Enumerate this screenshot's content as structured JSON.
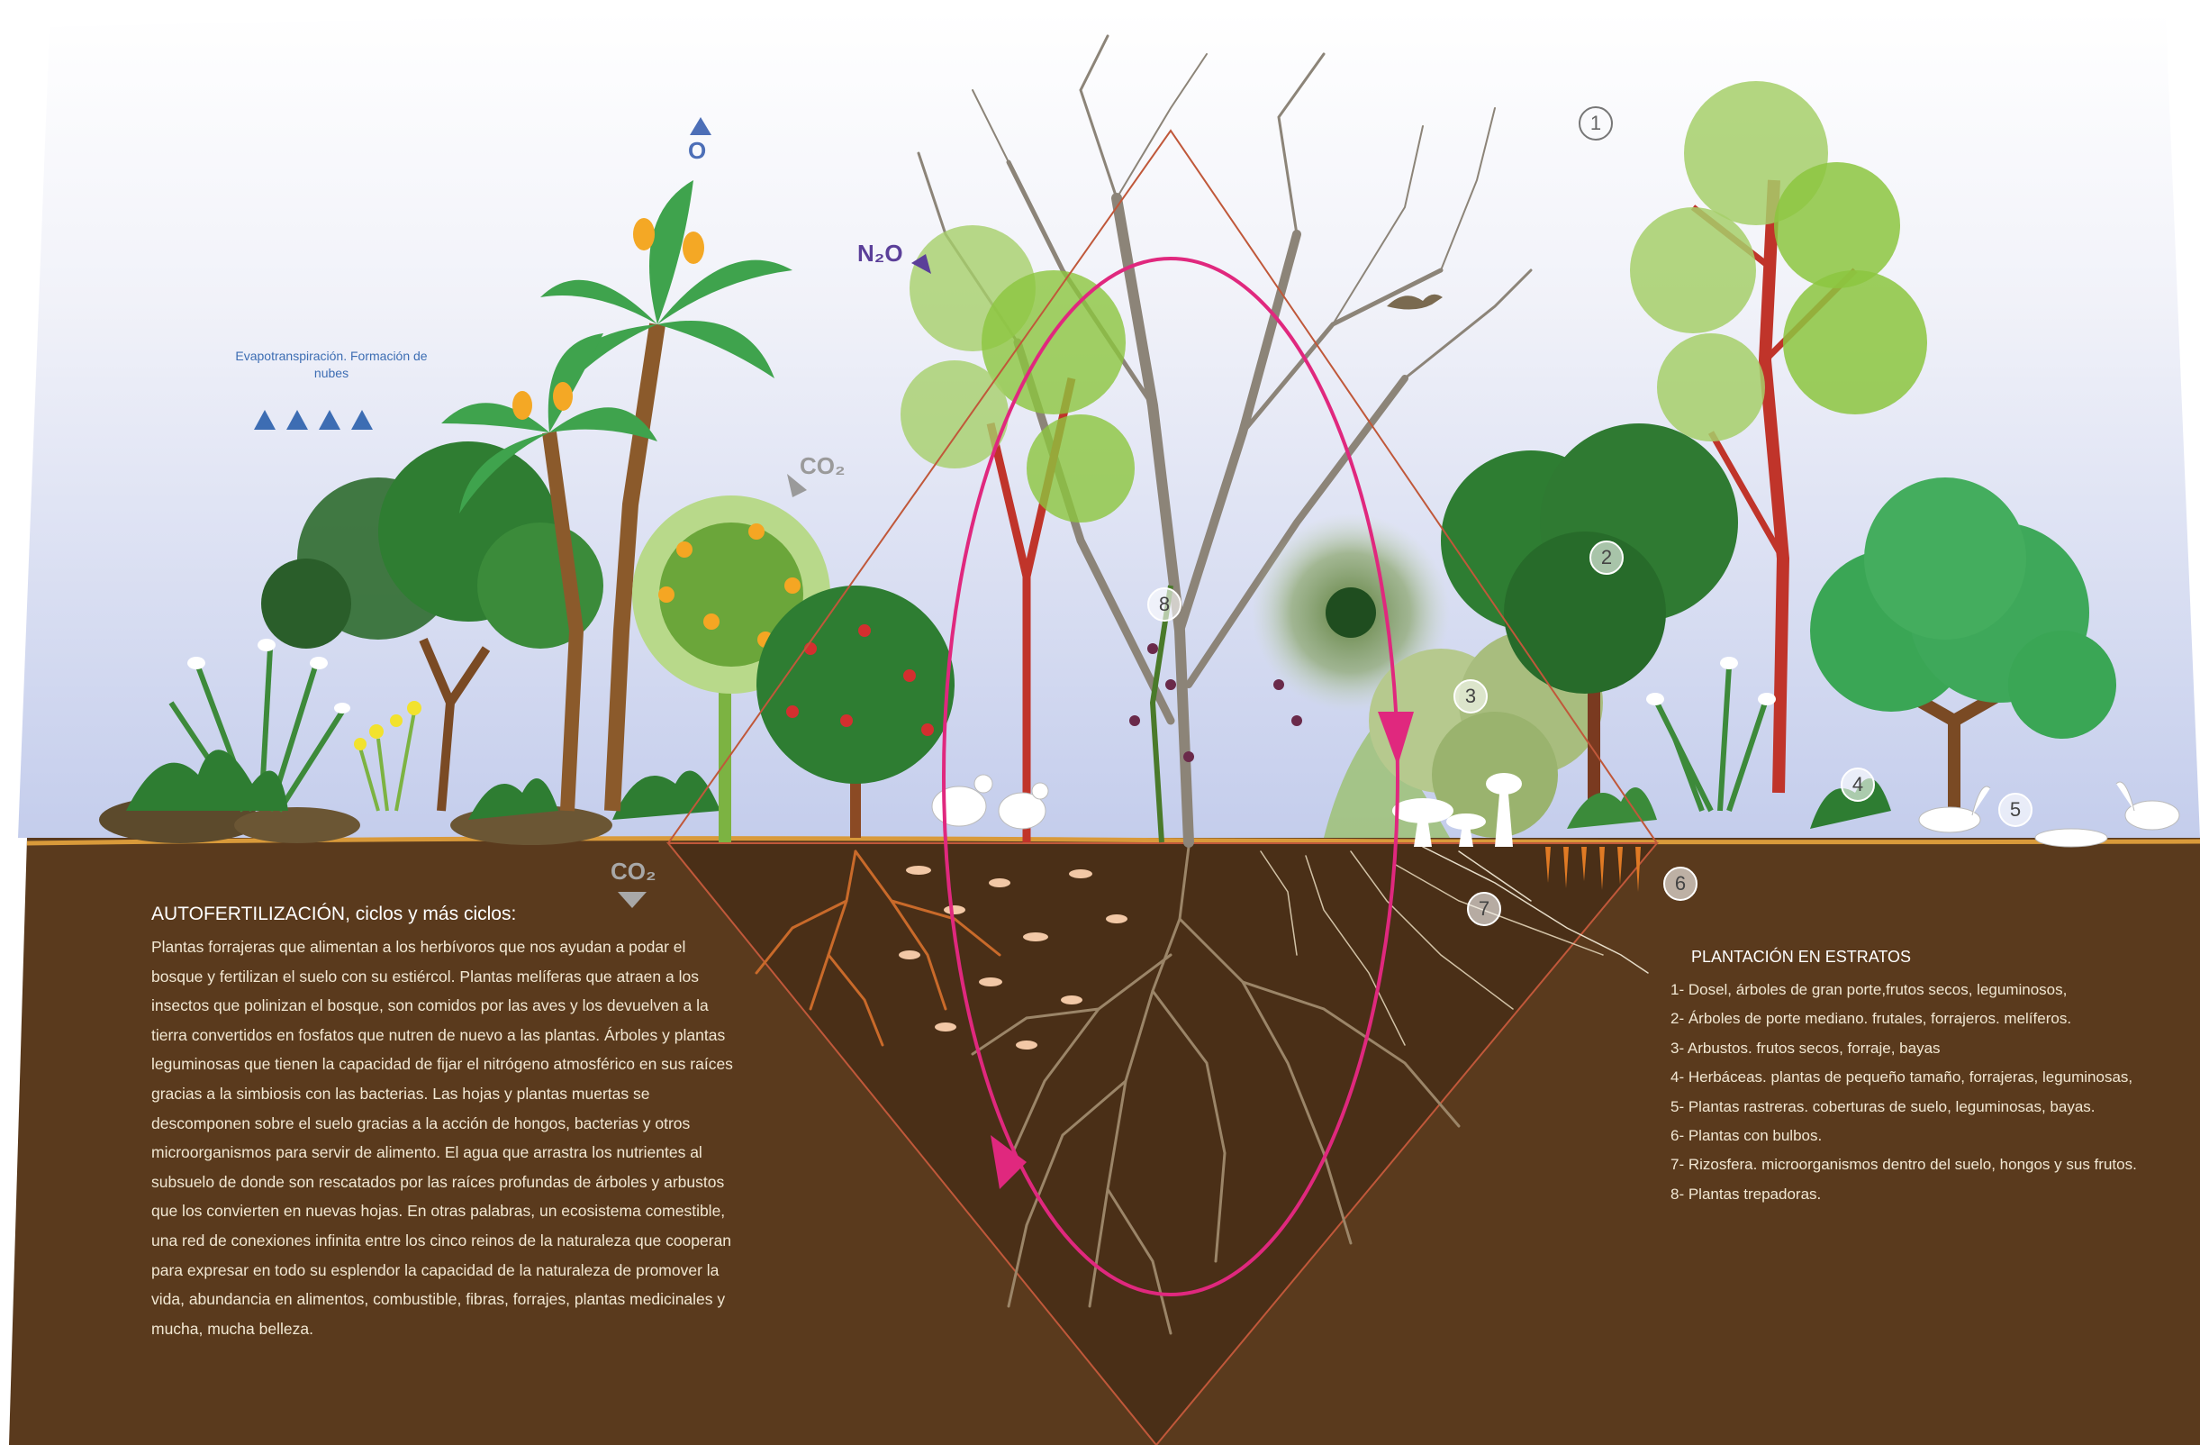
{
  "atmosphere": {
    "evapotranspiration_label": "Evapotranspiración. Formación de nubes",
    "gases": {
      "n2o": "N₂O",
      "o2": "O",
      "co2_air": "CO₂",
      "co2_soil": "CO₂"
    }
  },
  "strata_numbers": [
    "1",
    "2",
    "3",
    "4",
    "5",
    "6",
    "7",
    "8"
  ],
  "autofertilization": {
    "title": "AUTOFERTILIZACIÓN, ciclos y más ciclos:",
    "body": "Plantas forrajeras que alimentan a los herbívoros que nos ayudan a podar el bosque y fertilizan el suelo con su estiércol. Plantas melíferas que atraen a los insectos que polinizan el bosque, son comidos por las aves y los devuelven a la tierra convertidos en fosfatos que nutren de nuevo a las plantas. Árboles y plantas leguminosas que tienen la capacidad de fijar el nitrógeno atmosférico en sus raíces gracias a la simbiosis con las bacterias. Las hojas y plantas muertas se descomponen sobre el suelo gracias a la acción de hongos, bacterias y otros microorganismos para servir de alimento. El agua que arrastra los nutrientes al subsuelo de donde son rescatados por las raíces profundas de árboles y arbustos que los convierten en nuevas hojas. En otras palabras, un ecosistema comestible, una red de conexiones infinita entre los cinco reinos de la naturaleza que cooperan para expresar en todo su esplendor la capacidad de la naturaleza de promover la vida, abundancia en alimentos, combustible, fibras, forrajes, plantas medicinales y mucha, mucha belleza."
  },
  "strata": {
    "title": "PLANTACIÓN EN ESTRATOS",
    "items": [
      "1- Dosel, árboles de gran porte,frutos secos, leguminosos,",
      "2- Árboles de porte mediano. frutales, forrajeros. melíferos.",
      "3- Arbustos. frutos secos, forraje, bayas",
      "4- Herbáceas. plantas de pequeño tamaño, forrajeras, leguminosas,",
      "5- Plantas rastreras. coberturas de suelo, leguminosas, bayas.",
      "6- Plantas con bulbos.",
      "7- Rizosfera. microorganismos dentro del suelo, hongos y sus frutos.",
      "8- Plantas trepadoras."
    ]
  },
  "colors": {
    "soil": "#5a3a1d",
    "sky_top": "#ffffff",
    "sky_bottom": "#c9d3ee",
    "cycle_arrow": "#e0287e",
    "triangle_line": "#c0583a",
    "trunk_red": "#c0342a",
    "leaf_dark": "#2f7d32",
    "leaf_light": "#8cc63f"
  }
}
